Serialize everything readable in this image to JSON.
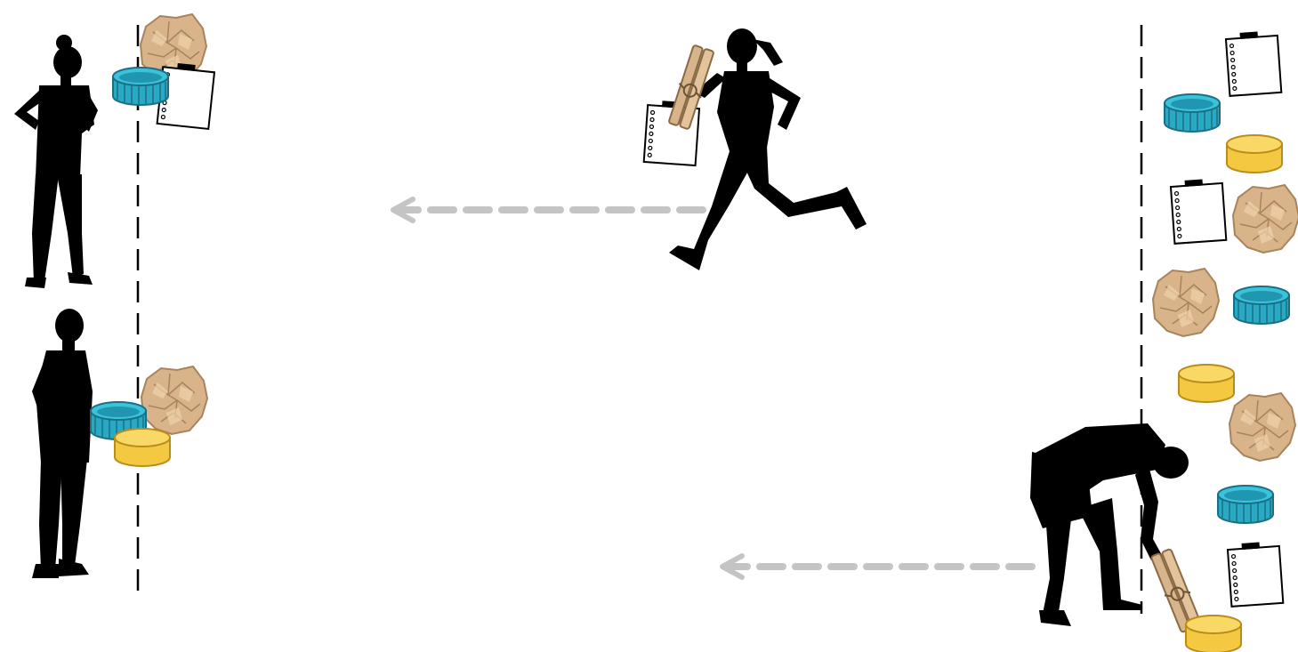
{
  "colors": {
    "silhouette": "#000000",
    "arrow": "#c4c4c4",
    "cap_teal": "#2aa9c4",
    "cap_teal_dark": "#1a6f84",
    "cap_yellow": "#f5c842",
    "cap_yellow_dark": "#b98d1a",
    "paper_ball": "#d9b48a",
    "paper_ball_dark": "#a7845c",
    "clothespin": "#d8b48c",
    "note": "#ffffff"
  },
  "people": [
    {
      "role": "standing-woman"
    },
    {
      "role": "standing-man"
    },
    {
      "role": "running-woman",
      "carrying": [
        "clothespin-icon",
        "note-icon"
      ]
    },
    {
      "role": "bending-man",
      "picking": [
        "clothespin-icon"
      ]
    }
  ],
  "zones": {
    "left_items": [
      "paper-ball-icon",
      "teal-cap-icon",
      "note-icon",
      "paper-ball-icon",
      "teal-cap-icon",
      "yellow-cap-icon"
    ],
    "right_items": [
      "note-icon",
      "teal-cap-icon",
      "yellow-cap-icon",
      "note-icon",
      "paper-ball-icon",
      "paper-ball-icon",
      "teal-cap-icon",
      "yellow-cap-icon",
      "paper-ball-icon",
      "teal-cap-icon",
      "note-icon",
      "yellow-cap-icon"
    ]
  },
  "arrows": [
    {
      "direction": "left",
      "style": "dashed"
    },
    {
      "direction": "left",
      "style": "dashed"
    }
  ]
}
